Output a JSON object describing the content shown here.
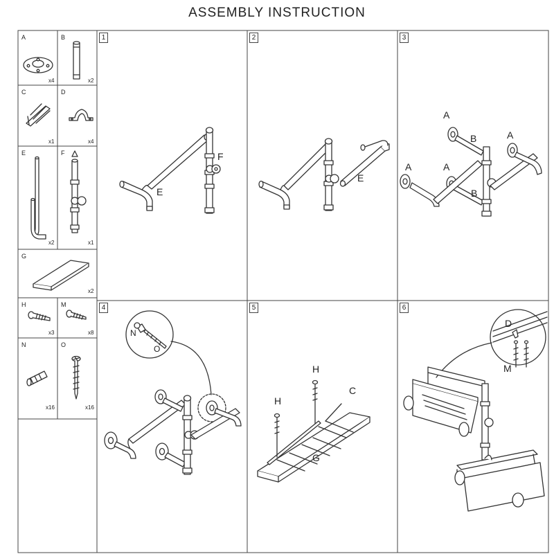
{
  "title": "ASSEMBLY  INSTRUCTION",
  "parts": [
    {
      "letter": "A",
      "qty": "x4"
    },
    {
      "letter": "B",
      "qty": "x2"
    },
    {
      "letter": "C",
      "qty": "x1"
    },
    {
      "letter": "D",
      "qty": "x4"
    },
    {
      "letter": "E",
      "qty": "x2"
    },
    {
      "letter": "F",
      "qty": "x1"
    },
    {
      "letter": "G",
      "qty": "x2"
    },
    {
      "letter": "H",
      "qty": "x3"
    },
    {
      "letter": "M",
      "qty": "x8"
    },
    {
      "letter": "N",
      "qty": "x16"
    },
    {
      "letter": "O",
      "qty": "x16"
    }
  ],
  "steps": [
    {
      "number": "1",
      "callouts": [
        "E",
        "F"
      ]
    },
    {
      "number": "2",
      "callouts": [
        "E"
      ]
    },
    {
      "number": "3",
      "callouts": [
        "A",
        "B",
        "A",
        "A",
        "A",
        "B"
      ]
    },
    {
      "number": "4",
      "callouts": [
        "N",
        "O"
      ]
    },
    {
      "number": "5",
      "callouts": [
        "H",
        "H",
        "C",
        "G"
      ]
    },
    {
      "number": "6",
      "callouts": [
        "D",
        "M"
      ]
    }
  ],
  "colors": {
    "line": "#333333",
    "pipe_fill": "#ffffff"
  }
}
